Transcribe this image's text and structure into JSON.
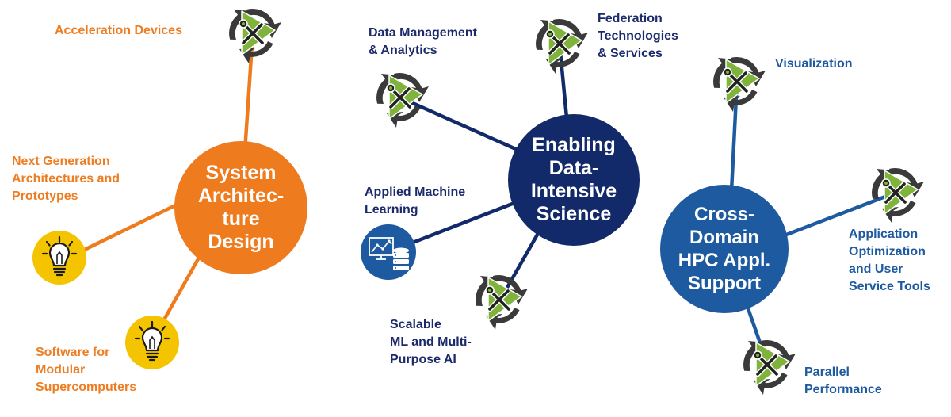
{
  "colors": {
    "orange": "#ef7b1f",
    "navy": "#12296a",
    "blue": "#1e5aa0",
    "green": "#7fb33c",
    "dark": "#3a3a3a",
    "yellow": "#f5c400"
  },
  "hubs": {
    "system_architecture": {
      "lines": [
        "System",
        "Architec-",
        "ture",
        "Design"
      ]
    },
    "data_intensive": {
      "lines": [
        "Enabling",
        "Data-",
        "Intensive",
        "Science"
      ]
    },
    "cross_domain": {
      "lines": [
        "Cross-",
        "Domain",
        "HPC Appl.",
        "Support"
      ]
    }
  },
  "nodes": {
    "acceleration_devices": {
      "lines": [
        "Acceleration Devices"
      ],
      "icon": "tools-recycle-icon"
    },
    "next_generation": {
      "lines": [
        "Next Generation",
        "Architectures and",
        "Prototypes"
      ],
      "icon": "lightbulb-icon"
    },
    "software_modular": {
      "lines": [
        "Software for",
        "Modular",
        "Supercomputers"
      ],
      "icon": "lightbulb-icon"
    },
    "data_management": {
      "lines": [
        "Data Management",
        "& Analytics"
      ],
      "icon": "tools-recycle-icon"
    },
    "federation": {
      "lines": [
        "Federation",
        "Technologies",
        "& Services"
      ],
      "icon": "tools-recycle-icon"
    },
    "applied_ml": {
      "lines": [
        "Applied Machine",
        "Learning"
      ],
      "icon": "data-analytics-icon"
    },
    "scalable_ml": {
      "lines": [
        "Scalable",
        "ML and Multi-",
        "Purpose AI"
      ],
      "icon": "tools-recycle-icon"
    },
    "visualization": {
      "lines": [
        "Visualization"
      ],
      "icon": "tools-recycle-icon"
    },
    "app_optimization": {
      "lines": [
        "Application",
        "Optimization",
        "and User",
        "Service Tools"
      ],
      "icon": "tools-recycle-icon"
    },
    "parallel_performance": {
      "lines": [
        "Parallel",
        "Performance"
      ],
      "icon": "tools-recycle-icon"
    }
  }
}
